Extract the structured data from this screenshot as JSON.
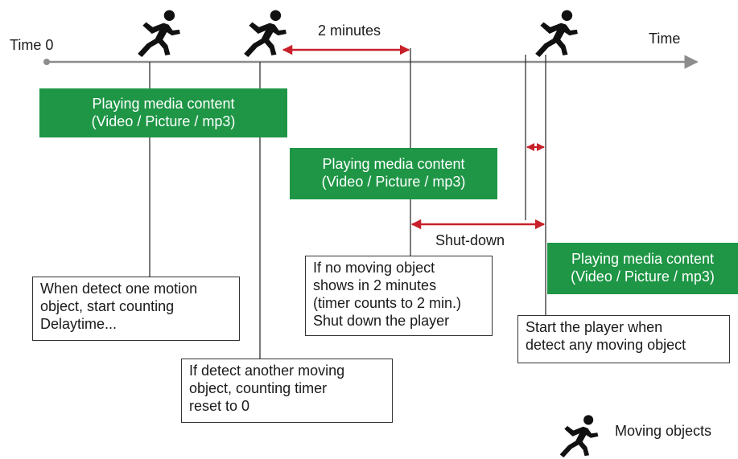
{
  "timeline": {
    "start_label": "Time 0",
    "end_label": "Time",
    "interval_label": "2 minutes",
    "shutdown_label": "Shut-down"
  },
  "media_blocks": [
    {
      "line1": "Playing media content",
      "line2": "(Video / Picture / mp3)"
    },
    {
      "line1": "Playing media content",
      "line2": "(Video / Picture / mp3)"
    },
    {
      "line1": "Playing media content",
      "line2": "(Video / Picture / mp3)"
    }
  ],
  "notes": {
    "first_detect": [
      "When detect one motion",
      "object, start counting",
      "Delaytime..."
    ],
    "another_detect": [
      "If detect another moving",
      "object, counting timer",
      "reset to 0"
    ],
    "no_motion": [
      "If no moving object",
      "shows in 2 minutes",
      "(timer counts to 2 min.)",
      "Shut down the player"
    ],
    "restart": [
      "Start the player when",
      "detect any moving object"
    ]
  },
  "legend": {
    "icon": "running-person-icon",
    "label": "Moving objects"
  },
  "colors": {
    "green": "#1e9646",
    "arrow_red": "#c8202a",
    "axis_gray": "#8c8c8c",
    "line_black": "#222222"
  }
}
